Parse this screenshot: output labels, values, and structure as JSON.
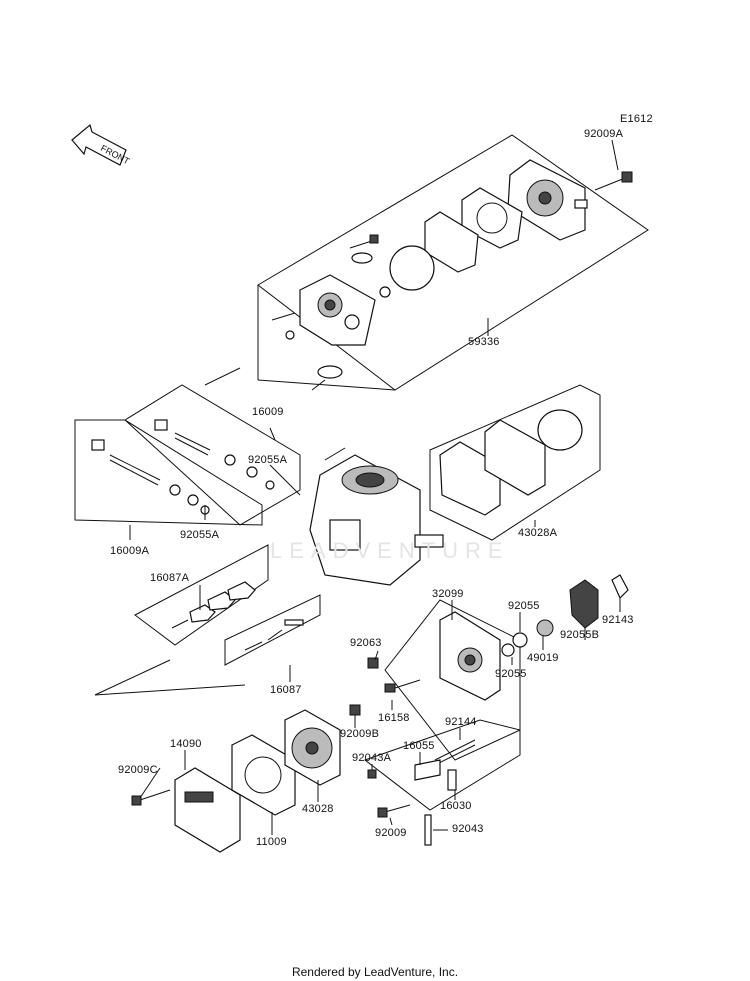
{
  "diagram_code": "E1612",
  "front_label": "FRONT",
  "watermark": "LEADVENTURE",
  "footer": "Rendered by LeadVenture, Inc.",
  "labels": {
    "p92009A": "92009A",
    "p59336": "59336",
    "p16009": "16009",
    "p92055A_top": "92055A",
    "p92055A_bot": "92055A",
    "p16009A": "16009A",
    "p43028A": "43028A",
    "p16087A": "16087A",
    "p32099": "32099",
    "p92055_top": "92055",
    "p92055_bot": "92055",
    "p49019": "49019",
    "p92055B": "92055B",
    "p92143": "92143",
    "p92063": "92063",
    "p16087": "16087",
    "p16158": "16158",
    "p92009B": "92009B",
    "p92144": "92144",
    "p14090": "14090",
    "p92009C": "92009C",
    "p92043A": "92043A",
    "p16055": "16055",
    "p43028": "43028",
    "p11009": "11009",
    "p16030": "16030",
    "p92009": "92009",
    "p92043": "92043"
  }
}
